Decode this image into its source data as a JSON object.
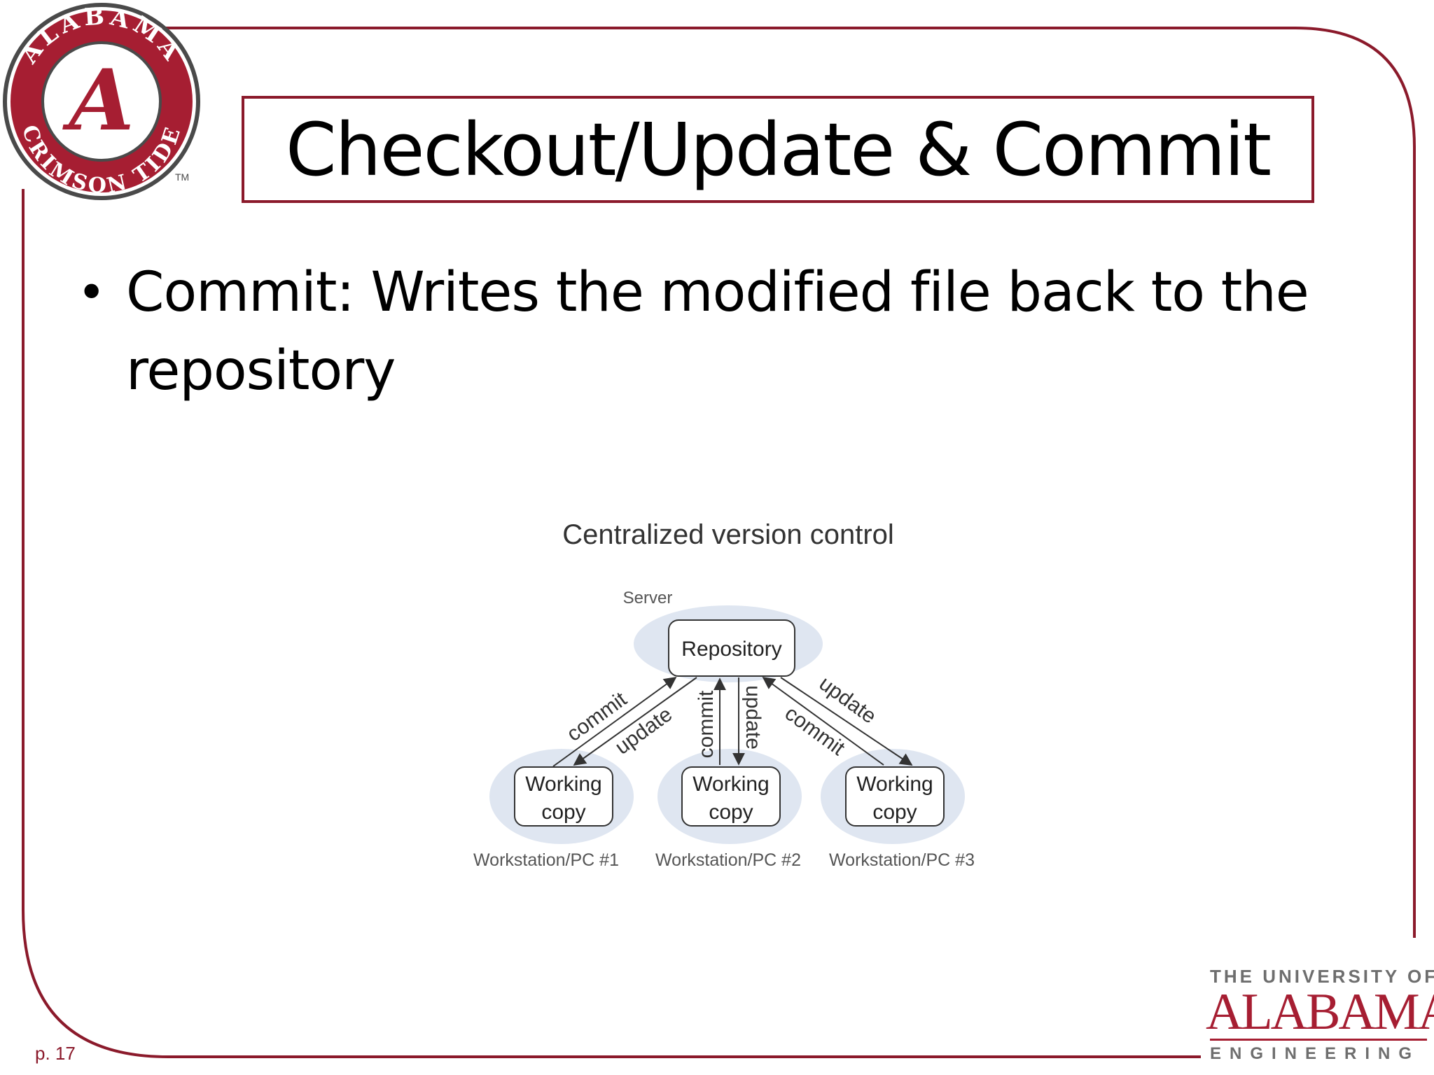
{
  "slide": {
    "title": "Checkout/Update & Commit",
    "bullet_marker": "•",
    "bullet_text": "Commit: Writes the modified file back to the repository",
    "page_number": "p. 17"
  },
  "logo": {
    "ring_text": "ALABAMA CRIMSON TIDE",
    "letter": "A",
    "tm": "TM"
  },
  "diagram": {
    "title": "Centralized version control",
    "server_label": "Server",
    "repository_label": "Repository",
    "working_copy_line1": "Working",
    "working_copy_line2": "copy",
    "commit_label": "commit",
    "update_label": "update",
    "workstation_1": "Workstation/PC #1",
    "workstation_2": "Workstation/PC #2",
    "workstation_3": "Workstation/PC #3"
  },
  "branding": {
    "line1": "THE UNIVERSITY OF",
    "line2": "ALABAMA",
    "line3": "ENGINEERING"
  },
  "colors": {
    "crimson": "#8b1a2b",
    "bubble": "#dfe6f1",
    "gray_text": "#555555"
  }
}
